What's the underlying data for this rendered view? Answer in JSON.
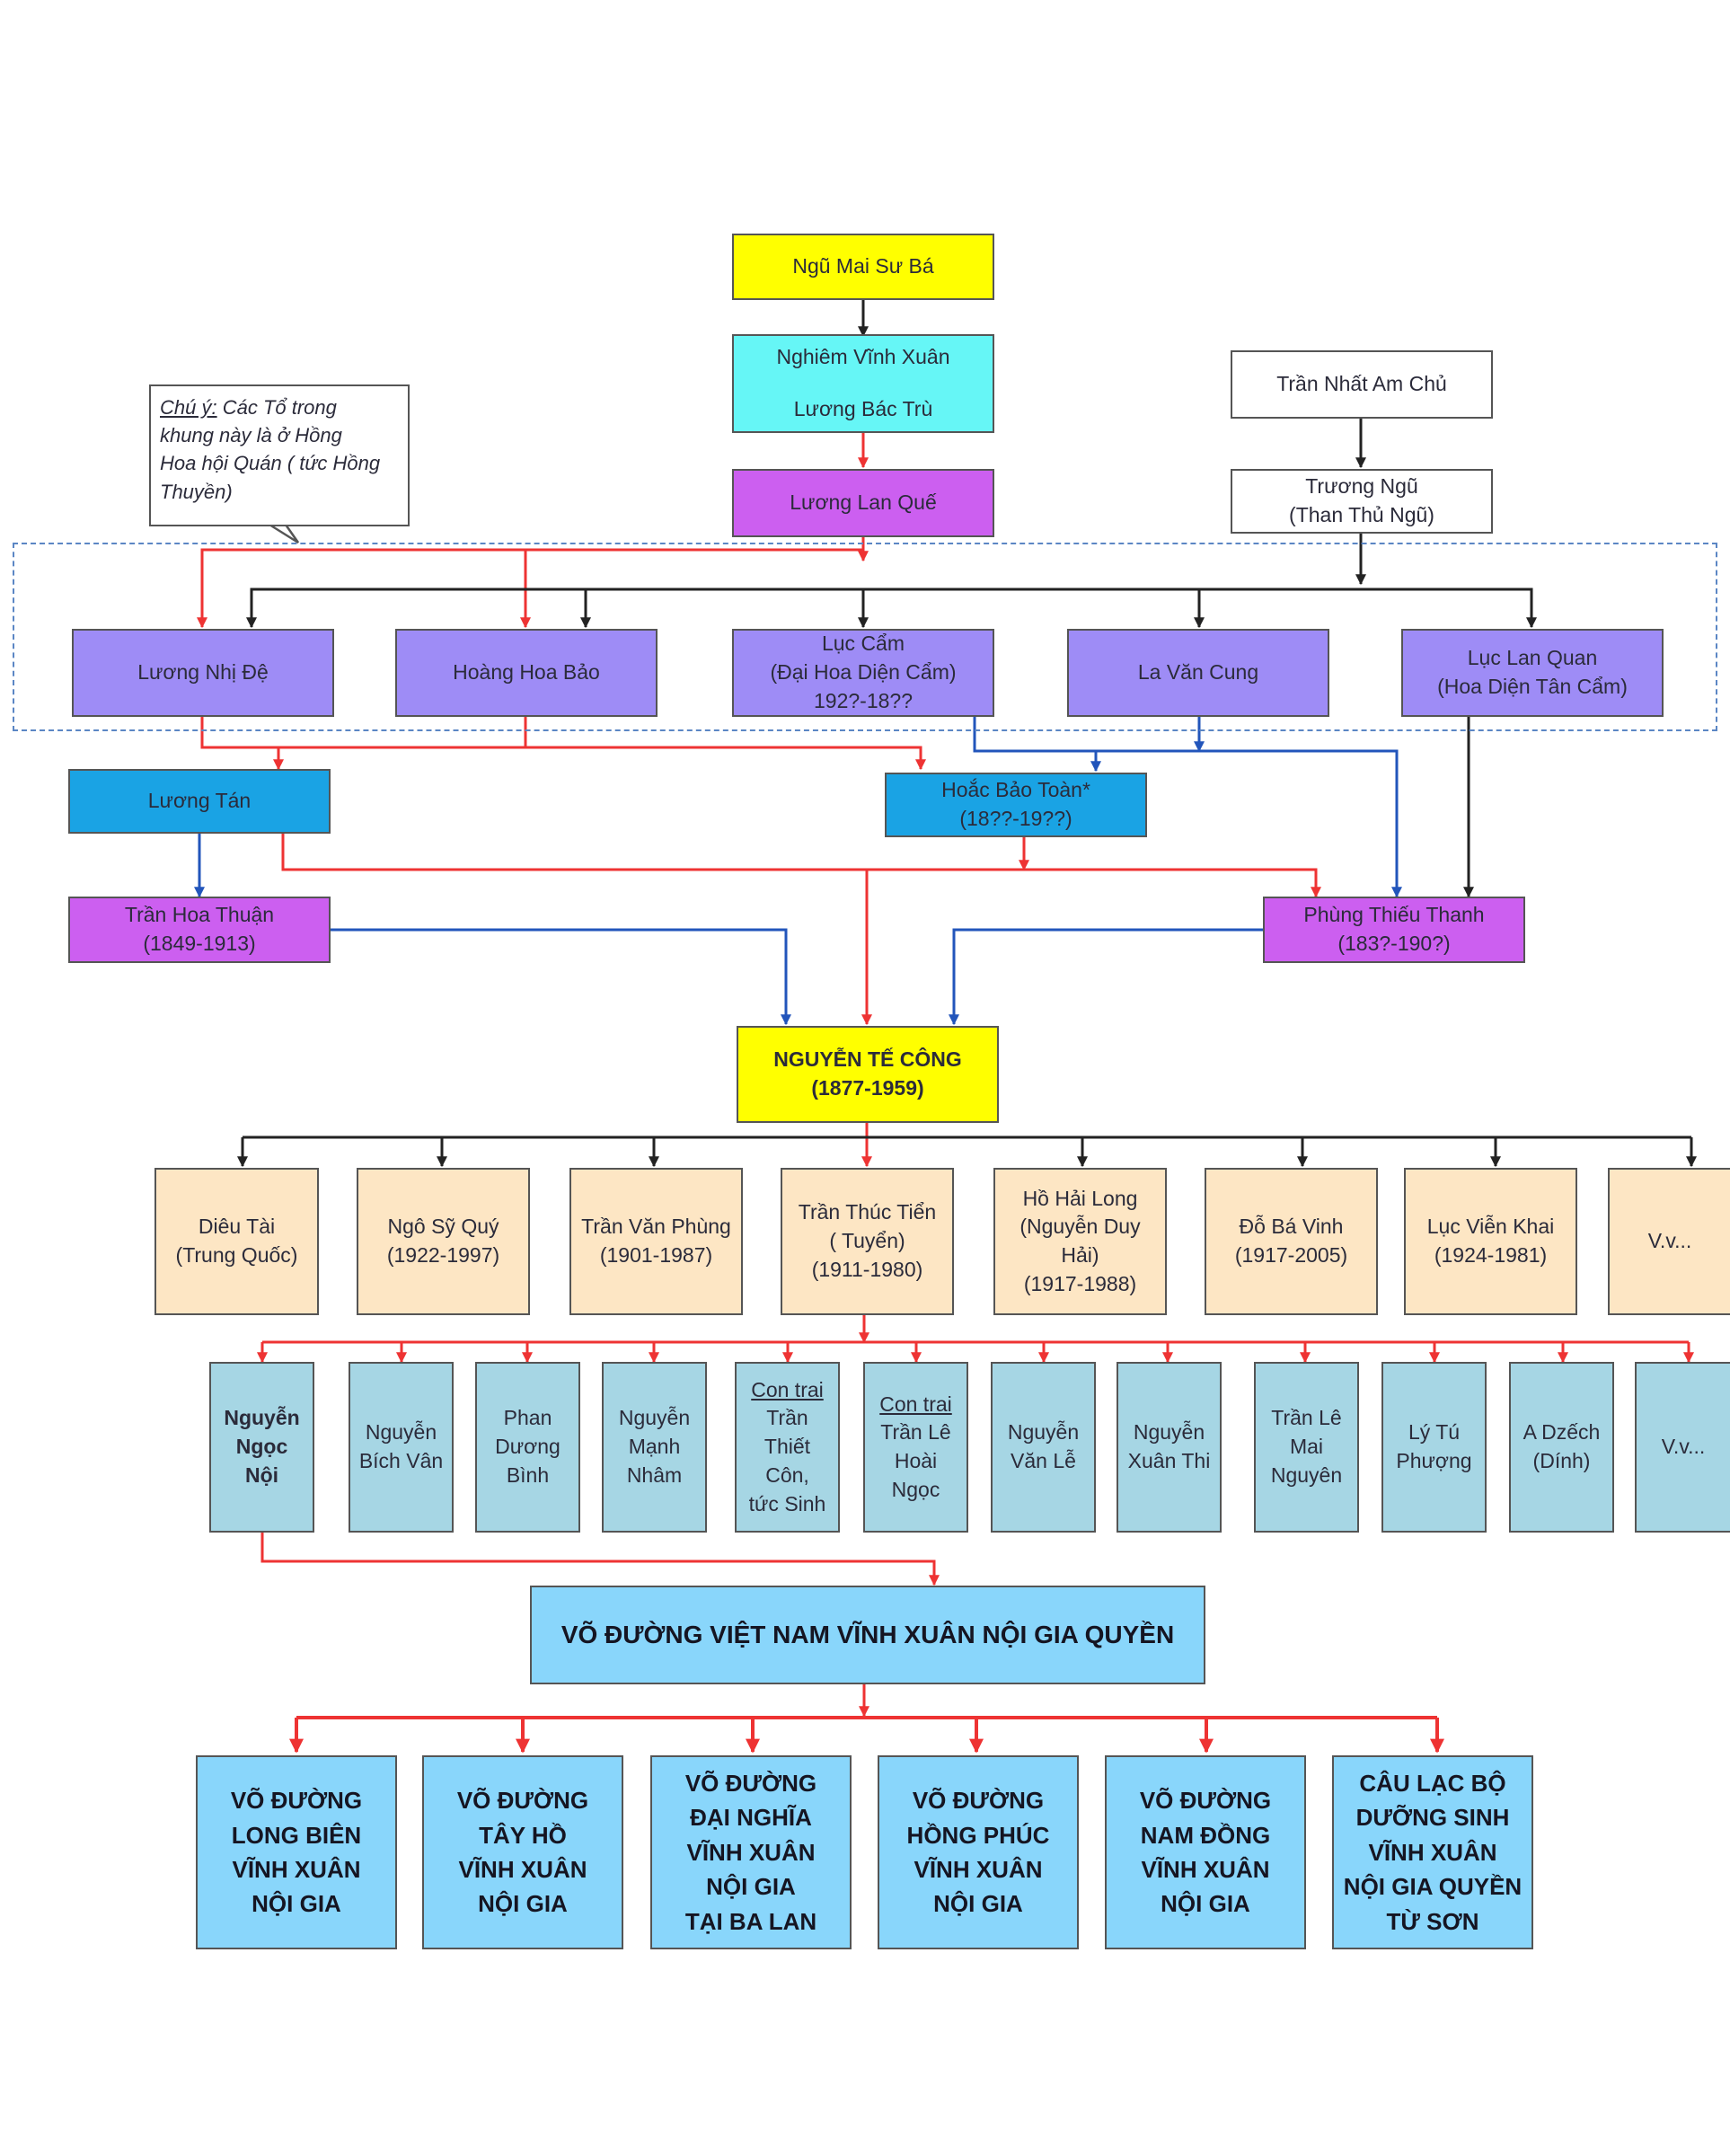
{
  "colors": {
    "red": "#ee3333",
    "blue": "#2255bb",
    "black": "#222222",
    "dashed_group": "#5b86c4"
  },
  "note": {
    "prefix": "Chú ý:",
    "lines": [
      "Các Tổ trong",
      "khung này là ở Hồng",
      "Hoa hội Quán ( tức Hồng",
      "Thuyền)"
    ]
  },
  "lineage": {
    "ngu_mai": "Ngũ Mai Sư Bá",
    "nghiem_vinh_xuan": "Nghiêm Vĩnh Xuân",
    "luong_bac_tru": "Lương Bác Trù",
    "luong_lan_que": "Lương Lan Quế",
    "tran_nhat_am_chu": "Trần Nhất Am Chủ",
    "truong_ngu": [
      "Trương Ngũ",
      "(Than Thủ Ngũ)"
    ],
    "luong_nhi_de": "Lương Nhị Đệ",
    "hoang_hoa_bao": "Hoàng Hoa Bảo",
    "luc_cam": [
      "Lục Cẩm",
      "(Đại Hoa Diện Cẩm)",
      "192?-18??"
    ],
    "la_van_cung": "La Văn Cung",
    "luc_lan_quan": [
      "Lục Lan Quan",
      "(Hoa Diện Tân Cẩm)"
    ],
    "luong_tan": "Lương Tán",
    "hoac_bao_toan": [
      "Hoắc Bảo Toàn*",
      "(18??-19??)"
    ],
    "tran_hoa_thuan": [
      "Trần Hoa Thuận",
      "(1849-1913)"
    ],
    "phung_thieu_thanh": [
      "Phùng Thiếu Thanh",
      "(183?-190?)"
    ],
    "nguyen_te_cong": [
      "NGUYỄN TẾ CÔNG",
      "(1877-1959)"
    ]
  },
  "students": [
    [
      "Diêu Tài",
      "(Trung Quốc)"
    ],
    [
      "Ngô Sỹ Quý",
      "(1922-1997)"
    ],
    [
      "Trần Văn Phùng",
      "(1901-1987)"
    ],
    [
      "Trần Thúc Tiển",
      "( Tuyển)",
      "(1911-1980)"
    ],
    [
      "Hồ Hải Long",
      "(Nguyễn Duy",
      "Hải)",
      "(1917-1988)"
    ],
    [
      "Đỗ Bá Vinh",
      "(1917-2005)"
    ],
    [
      "Lục Viễn Khai",
      "(1924-1981)"
    ],
    [
      "V.v..."
    ]
  ],
  "disciples": [
    [
      "Nguyễn",
      "Ngọc",
      "Nội"
    ],
    [
      "Nguyễn",
      "Bích Vân"
    ],
    [
      "Phan",
      "Dương",
      "Bình"
    ],
    [
      "Nguyễn",
      "Mạnh",
      "Nhâm"
    ],
    [
      "Con trai",
      "Trần",
      "Thiết",
      "Côn,",
      "tức Sinh"
    ],
    [
      "Con trai",
      "Trần Lê",
      "Hoài",
      "Ngọc"
    ],
    [
      "Nguyễn",
      "Văn Lễ"
    ],
    [
      "Nguyễn",
      "Xuân Thi"
    ],
    [
      "Trần Lê",
      "Mai",
      "Nguyên"
    ],
    [
      "Lý Tú",
      "Phượng"
    ],
    [
      "A Dzếch",
      "(Dính)"
    ],
    [
      "V.v..."
    ]
  ],
  "main_school": "VÕ ĐƯỜNG VIỆT NAM VĨNH XUÂN NỘI GIA QUYỀN",
  "branches": [
    [
      "VÕ ĐƯỜNG",
      "LONG BIÊN",
      "VĨNH XUÂN",
      "NỘI GIA"
    ],
    [
      "VÕ ĐƯỜNG",
      "TÂY HỒ",
      "VĨNH XUÂN",
      "NỘI GIA"
    ],
    [
      "VÕ ĐƯỜNG",
      "ĐẠI NGHĨA",
      "VĨNH XUÂN",
      "NỘI GIA",
      "TẠI BA LAN"
    ],
    [
      "VÕ ĐƯỜNG",
      "HỒNG PHÚC",
      "VĨNH XUÂN",
      "NỘI GIA"
    ],
    [
      "VÕ ĐƯỜNG",
      "NAM ĐỒNG",
      "VĨNH XUÂN",
      "NỘI GIA"
    ],
    [
      "CÂU LẠC BỘ",
      "DƯỠNG SINH",
      "VĨNH XUÂN",
      "NỘI GIA QUYỀN",
      "TỪ SƠN"
    ]
  ]
}
